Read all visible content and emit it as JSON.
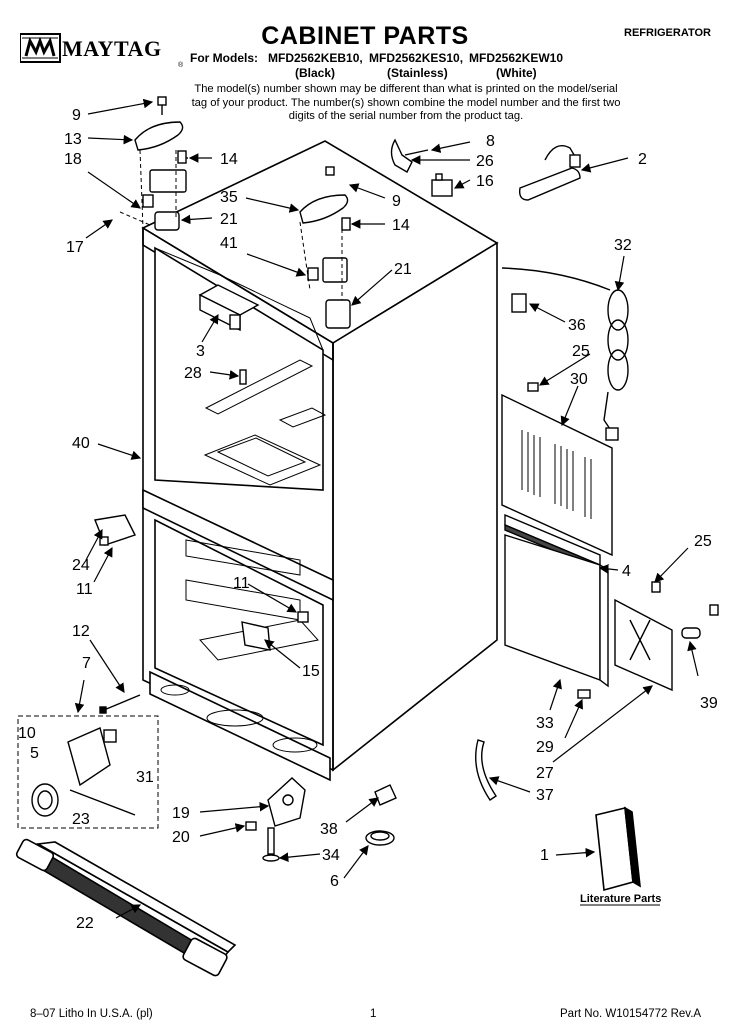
{
  "header": {
    "brand": "MAYTAG",
    "registered_mark": "®",
    "title": "CABINET PARTS",
    "appliance": "REFRIGERATOR",
    "models_label": "For Models:",
    "models": [
      "MFD2562KEB10,",
      "MFD2562KES10,",
      "MFD2562KEW10"
    ],
    "colors": [
      "(Black)",
      "(Stainless)",
      "(White)"
    ],
    "note": "The model(s) number shown may be different than what is printed on the model/serial tag of your product. The number(s) shown combine the model number and the first two digits of the serial number from the product tag."
  },
  "callouts": {
    "c9a": "9",
    "c13": "13",
    "c14a": "14",
    "c18": "18",
    "c17": "17",
    "c21a": "21",
    "c8": "8",
    "c26": "26",
    "c16": "16",
    "c2": "2",
    "c35": "35",
    "c9b": "9",
    "c14b": "14",
    "c41": "41",
    "c21b": "21",
    "c32": "32",
    "c36": "36",
    "c25a": "25",
    "c30": "30",
    "c3": "3",
    "c28": "28",
    "c40": "40",
    "c24": "24",
    "c11a": "11",
    "c11b": "11",
    "c15": "15",
    "c4": "4",
    "c25b": "25",
    "c12": "12",
    "c7": "7",
    "c10": "10",
    "c5": "5",
    "c31": "31",
    "c23": "23",
    "c39": "39",
    "c33": "33",
    "c29": "29",
    "c27": "27",
    "c37": "37",
    "c19": "19",
    "c20": "20",
    "c38": "38",
    "c34": "34",
    "c6": "6",
    "c1": "1",
    "c22": "22"
  },
  "literature_label": "Literature Parts",
  "footer": {
    "left": "8–07 Litho In U.S.A. (pl)",
    "page": "1",
    "part": "Part No. W10154772 Rev.A"
  }
}
